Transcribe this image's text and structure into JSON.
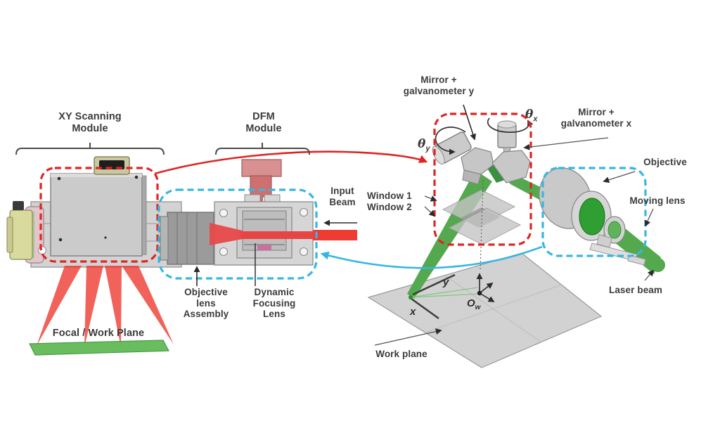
{
  "diagram": {
    "title_note": "Laser XY scanning / dynamic focusing module schematic",
    "modules": {
      "xy_scanning": {
        "label": "XY Scanning\nModule"
      },
      "dfm": {
        "label": "DFM\nModule"
      }
    },
    "labels": {
      "input_beam": "Input\nBeam",
      "window1": "Window 1",
      "window2": "Window 2",
      "mirror_galvo_y": "Mirror +\ngalvanometer y",
      "mirror_galvo_x": "Mirror +\ngalvanometer x",
      "objective": "Objective",
      "moving_lens": "Moving lens",
      "laser_beam": "Laser beam",
      "work_plane": "Work plane",
      "focal_work_plane": "Focal / Work Plane",
      "objective_lens_assembly": "Objective\nlens\nAssembly",
      "dynamic_focusing_lens": "Dynamic\nFocusing\nLens"
    },
    "symbols": {
      "theta_y": {
        "base": "θ",
        "sub": "y"
      },
      "theta_x": {
        "base": "θ",
        "sub": "x"
      },
      "origin": {
        "base": "O",
        "sub": "w"
      },
      "axis_x": "x",
      "axis_y": "y"
    },
    "colors": {
      "accent_red": "#e02424",
      "accent_cyan": "#35b7e2",
      "laser_red": "#ee3b33",
      "laser_green": "#54a94f",
      "text_c": "#3b3b3b"
    }
  }
}
